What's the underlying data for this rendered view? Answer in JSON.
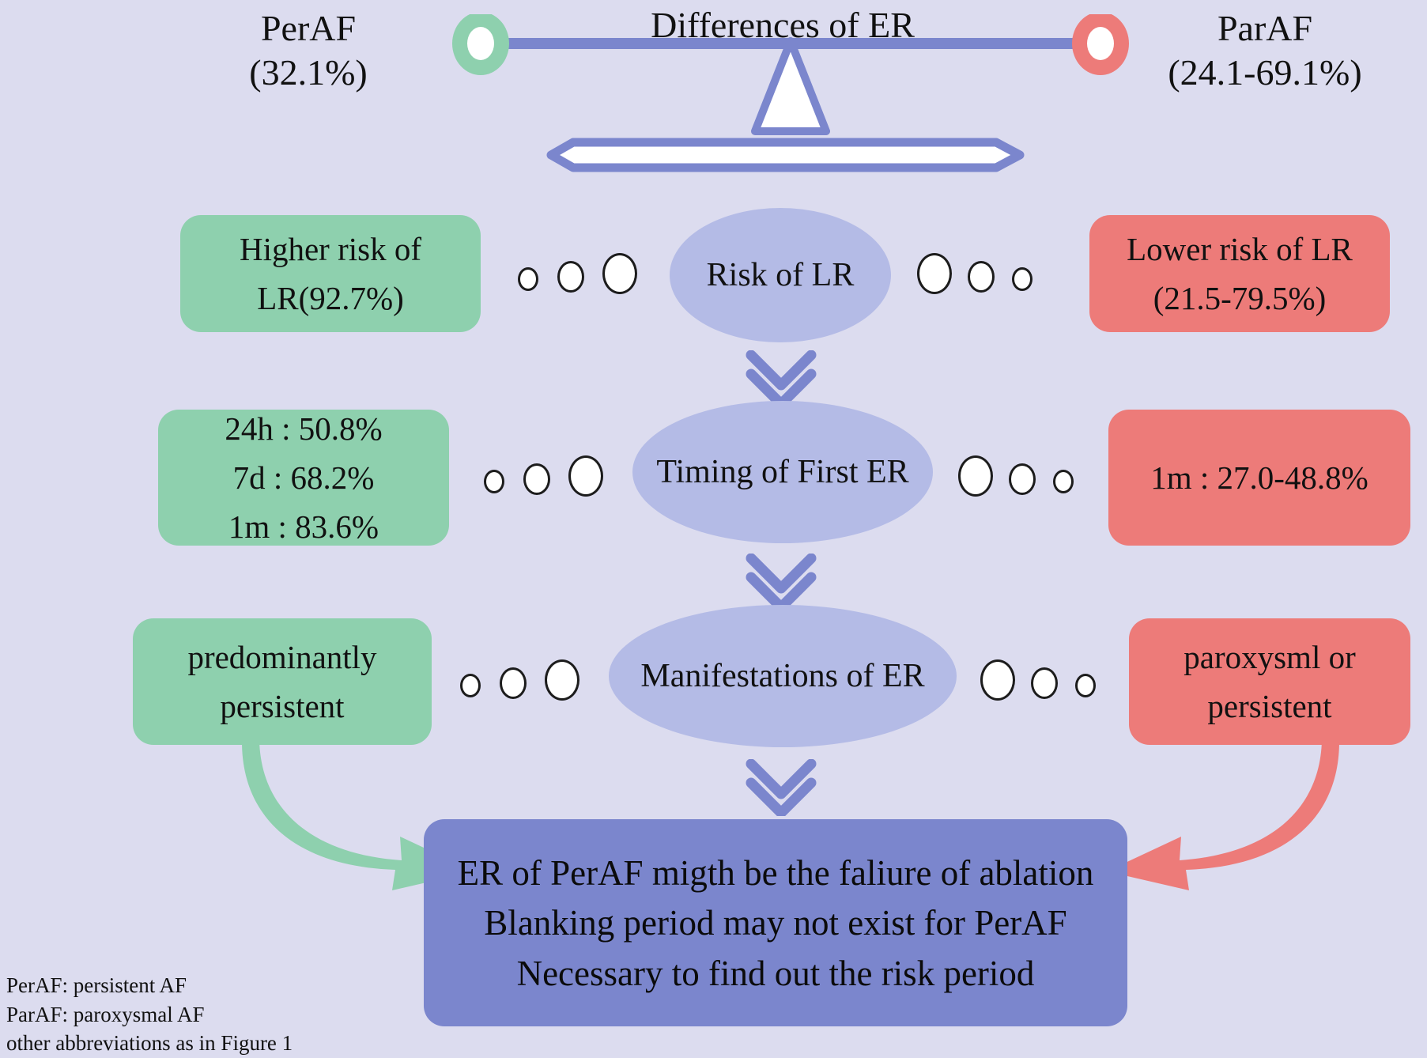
{
  "header": {
    "left_group": {
      "name": "PerAF",
      "value": "(32.1%)"
    },
    "right_group": {
      "name": "ParAF",
      "value": "(24.1-69.1%)"
    },
    "title": "Differences of ER",
    "left_node_icon": "green-circle-node-icon",
    "right_node_icon": "red-circle-node-icon",
    "balance_icon": "balance-scale-icon"
  },
  "rows": [
    {
      "center": "Risk of LR",
      "left": {
        "line1": "Higher risk of",
        "line2": "LR(92.7%)"
      },
      "right": {
        "line1": "Lower risk of LR",
        "line2": "(21.5-79.5%)"
      }
    },
    {
      "center": "Timing of First ER",
      "left": {
        "line1": "24h : 50.8%",
        "line2": "7d : 68.2%",
        "line3": "1m : 83.6%"
      },
      "right": {
        "line1": "1m : 27.0-48.8%"
      }
    },
    {
      "center": "Manifestations of ER",
      "left": {
        "line1": "predominantly",
        "line2": "persistent"
      },
      "right": {
        "line1": "paroxysml or",
        "line2": "persistent"
      }
    }
  ],
  "conclusion": {
    "line1": "ER of PerAF migth be the faliure of ablation",
    "line2": "Blanking period may not exist for PerAF",
    "line3": "Necessary to find out the risk period"
  },
  "footnote": {
    "line1": "PerAF: persistent AF",
    "line2": "ParAF: paroxysmal AF",
    "line3": "other abbreviations as in Figure 1"
  },
  "colors": {
    "background": "#dcdcef",
    "green": "#8ed0ae",
    "red": "#ed7b79",
    "periwinkle": "#b4bbe6",
    "deep_blue": "#7b86cd",
    "text": "#111111",
    "dot_fill": "#ffffff",
    "dot_stroke": "#1c1c1c"
  }
}
